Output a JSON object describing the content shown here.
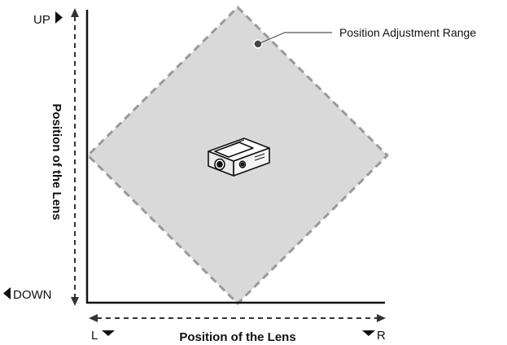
{
  "callout": {
    "label": "Position Adjustment Range"
  },
  "vertical_axis": {
    "title": "Position of the Lens",
    "top_label": "UP",
    "bottom_label": "DOWN"
  },
  "horizontal_axis": {
    "title": "Position of the Lens",
    "left_label": "L",
    "right_label": "R"
  },
  "colors": {
    "range_fill": "#d9d9d9",
    "range_border": "#9a9a9a",
    "axis": "#111111"
  },
  "icons": {
    "center_device": "projector-icon"
  }
}
